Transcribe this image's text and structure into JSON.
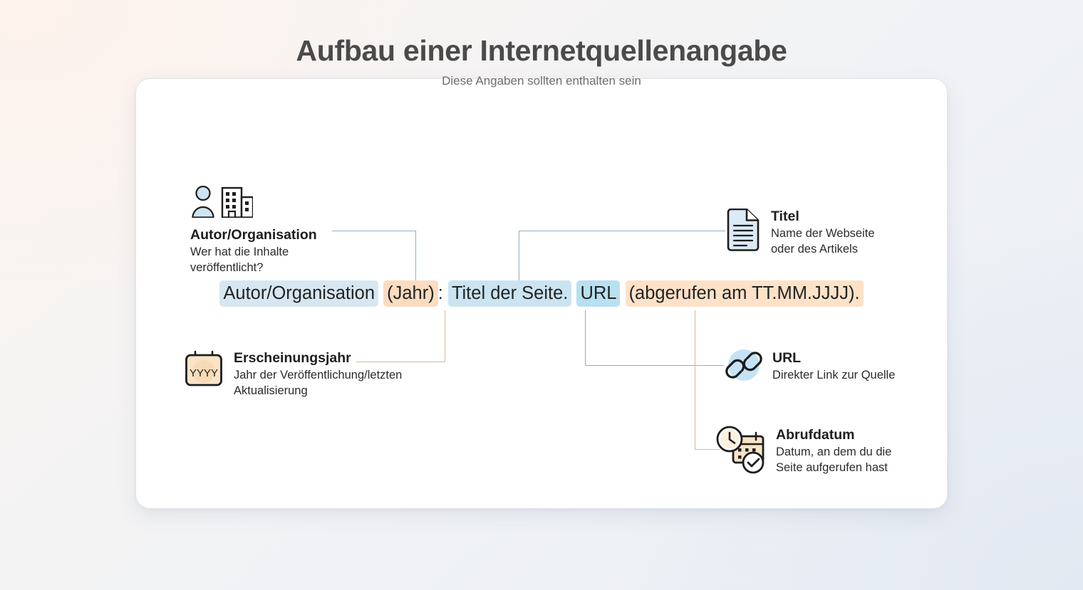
{
  "header": {
    "title": "Aufbau einer Internetquellenangabe",
    "subtitle": "Diese Angaben sollten enthalten sein"
  },
  "formula": {
    "segments": [
      {
        "text": "Autor/Organisation",
        "style": "blue",
        "name": "formula-segment-author"
      },
      {
        "text": " ",
        "style": "plain",
        "name": "formula-space-1"
      },
      {
        "text": "(Jahr)",
        "style": "orange",
        "name": "formula-segment-year"
      },
      {
        "text": ": ",
        "style": "plain",
        "name": "formula-colon"
      },
      {
        "text": "Titel der Seite.",
        "style": "blue-mid",
        "name": "formula-segment-title"
      },
      {
        "text": " ",
        "style": "plain",
        "name": "formula-space-2"
      },
      {
        "text": "URL",
        "style": "blue-deep",
        "name": "formula-segment-url"
      },
      {
        "text": " ",
        "style": "plain",
        "name": "formula-space-3"
      },
      {
        "text": "(abgerufen am TT.MM.JJJJ).",
        "style": "orange-lt",
        "name": "formula-segment-accessdate"
      }
    ]
  },
  "annotations": {
    "author": {
      "heading": "Autor/Organisation",
      "desc_line1": "Wer hat die Inhalte",
      "desc_line2": "veröffentlicht?",
      "icon": "person-building-icon"
    },
    "year": {
      "heading": "Erscheinungsjahr",
      "desc_line1": "Jahr der Veröffentlichung/letzten",
      "desc_line2": "Aktualisierung",
      "icon": "calendar-year-icon",
      "icon_text": "YYYY"
    },
    "title": {
      "heading": "Titel",
      "desc_line1": "Name der Webseite",
      "desc_line2": "oder des Artikels",
      "icon": "document-icon"
    },
    "url": {
      "heading": "URL",
      "desc_line1": "Direkter Link zur Quelle",
      "icon": "link-chain-icon"
    },
    "accessdate": {
      "heading": "Abrufdatum",
      "desc_line1": "Datum, an dem du die",
      "desc_line2": "Seite aufgerufen hast",
      "icon": "clock-calendar-check-icon"
    }
  },
  "colors": {
    "highlight_blue": "#d7e7f2",
    "highlight_blue_deep": "#b8e0f0",
    "highlight_orange": "#fbdcc0",
    "connector_blue": "#95aec2",
    "connector_orange": "#d9b894",
    "text_dark": "#1d1d1d",
    "title_grey": "#4a4a4a"
  }
}
